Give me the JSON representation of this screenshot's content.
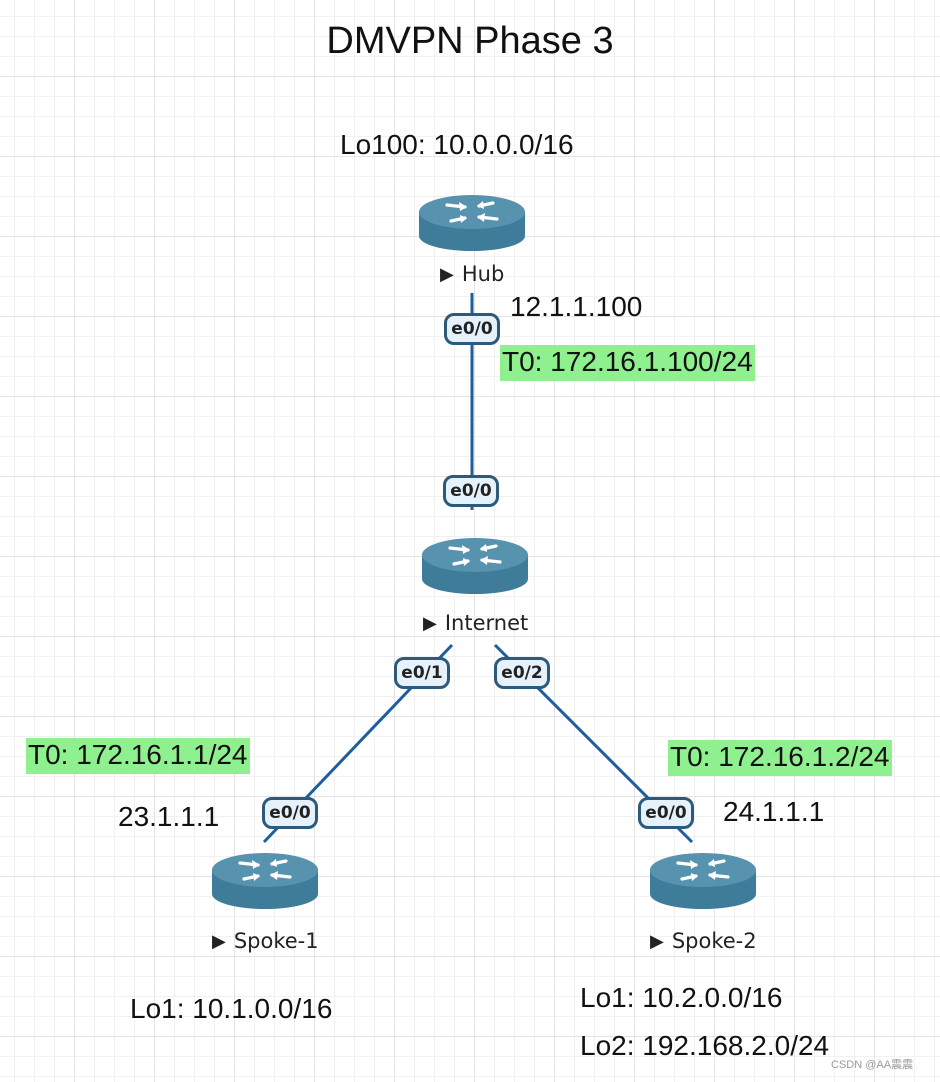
{
  "title": "DMVPN Phase 3",
  "routers": {
    "hub": {
      "name": "Hub",
      "loopback": "Lo100: 10.0.0.0/16",
      "phys_ip": "12.1.1.100",
      "tunnel": "T0: 172.16.1.100/24",
      "port": "e0/0"
    },
    "internet": {
      "name": "Internet",
      "ports": [
        "e0/0",
        "e0/1",
        "e0/2"
      ]
    },
    "spoke1": {
      "name": "Spoke-1",
      "loopback": "Lo1: 10.1.0.0/16",
      "phys_ip": "23.1.1.1",
      "tunnel": "T0: 172.16.1.1/24",
      "port": "e0/0"
    },
    "spoke2": {
      "name": "Spoke-2",
      "loopbacks": [
        "Lo1: 10.2.0.0/16",
        "Lo2: 192.168.2.0/24"
      ],
      "phys_ip": "24.1.1.1",
      "tunnel": "T0: 172.16.1.2/24",
      "port": "e0/0"
    }
  },
  "colors": {
    "link": "#1d5f9e",
    "router_body": "#3e7c99",
    "router_top": "#5792ae",
    "tunnel_highlight": "#8ff08f"
  },
  "watermark": "CSDN @AA震震"
}
